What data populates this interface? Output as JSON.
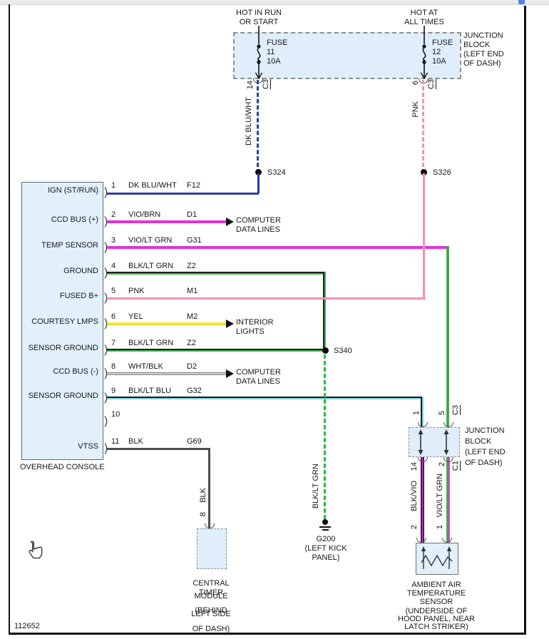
{
  "colors": {
    "box_fill": "#dfeefa",
    "wire_dk_blu_wht": "#2740a0",
    "wire_pnk": "#f78fb5",
    "wire_violet": "#e332d6",
    "wire_green": "#35b948",
    "wire_yellow": "#f7ea3d",
    "wire_teal": "#7fd2da",
    "wire_black": "#4c4c4f",
    "frame_border": "#111111"
  },
  "frame": {
    "doc_number": "112652"
  },
  "feeds": {
    "left": {
      "title1": "HOT IN RUN",
      "title2": "OR START",
      "fuse1": "FUSE",
      "fuse2": "11",
      "fuse3": "10A",
      "pin": "14",
      "conn": "C3",
      "wire": "DK BLU/WHT",
      "splice": "S324"
    },
    "right": {
      "title1": "HOT AT",
      "title2": "ALL TIMES",
      "fuse1": "FUSE",
      "fuse2": "12",
      "fuse3": "10A",
      "pin": "6",
      "conn": "C3",
      "wire": "PNK",
      "splice": "S326"
    },
    "junction_label": {
      "l1": "JUNCTION",
      "l2": "BLOCK",
      "l3": "(LEFT END",
      "l4": "OF DASH)"
    }
  },
  "console": {
    "name": "OVERHEAD CONSOLE",
    "rows": [
      {
        "pin": "1",
        "label": "IGN (ST/RUN)",
        "wire": "DK BLU/WHT",
        "circuit": "F12"
      },
      {
        "pin": "2",
        "label": "CCD BUS (+)",
        "wire": "VIO/BRN",
        "circuit": "D1"
      },
      {
        "pin": "3",
        "label": "TEMP SENSOR",
        "wire": "VIO/LT GRN",
        "circuit": "G31"
      },
      {
        "pin": "4",
        "label": "GROUND",
        "wire": "BLK/LT GRN",
        "circuit": "Z2"
      },
      {
        "pin": "5",
        "label": "FUSED B+",
        "wire": "PNK",
        "circuit": "M1"
      },
      {
        "pin": "6",
        "label": "COURTESY LMPS",
        "wire": "YEL",
        "circuit": "M2"
      },
      {
        "pin": "7",
        "label": "SENSOR GROUND",
        "wire": "BLK/LT GRN",
        "circuit": "Z2"
      },
      {
        "pin": "8",
        "label": "CCD BUS (-)",
        "wire": "WHT/BLK",
        "circuit": "D2"
      },
      {
        "pin": "9",
        "label": "SENSOR GROUND",
        "wire": "BLK/LT BLU",
        "circuit": "G32"
      },
      {
        "pin": "10",
        "label": "",
        "wire": "",
        "circuit": ""
      },
      {
        "pin": "11",
        "label": "VTSS",
        "wire": "BLK",
        "circuit": "G69"
      }
    ]
  },
  "mid": {
    "computer_a": {
      "l1": "COMPUTER",
      "l2": "DATA LINES"
    },
    "interior": {
      "l1": "INTERIOR",
      "l2": "LIGHTS"
    },
    "computer_b": {
      "l1": "COMPUTER",
      "l2": "DATA LINES"
    },
    "splice": "S340"
  },
  "ground": {
    "wire": "BLK/LT GRN",
    "name": "G200",
    "loc1": "(LEFT KICK",
    "loc2": "PANEL)"
  },
  "jb2": {
    "pin_top_left": "1",
    "pin_top_right": "5",
    "conn_top": "C3",
    "pin_bot_left": "14",
    "pin_bot_right": "2",
    "conn_bot": "C1",
    "label": {
      "l1": "JUNCTION",
      "l2": "BLOCK",
      "l3": "(LEFT END",
      "l4": "OF DASH)"
    }
  },
  "sensor": {
    "wire_left": "BLK/VIO",
    "wire_left_pin": "2",
    "wire_right": "VIO/LT GRN",
    "wire_right_pin": "1",
    "l1": "AMBIENT AIR",
    "l2": "TEMPERATURE",
    "l3": "SENSOR",
    "l4": "(UNDERSIDE OF",
    "l5": "HOOD PANEL, NEAR",
    "l6": "LATCH STRIKER)"
  },
  "ctm": {
    "pin": "8",
    "wire": "BLK",
    "l1": "CENTRAL",
    "l2": "TIMER",
    "l3": "MODULE",
    "l4": "(BEHIND",
    "l5": "LEFT SIDE",
    "l6": "OF DASH)"
  }
}
